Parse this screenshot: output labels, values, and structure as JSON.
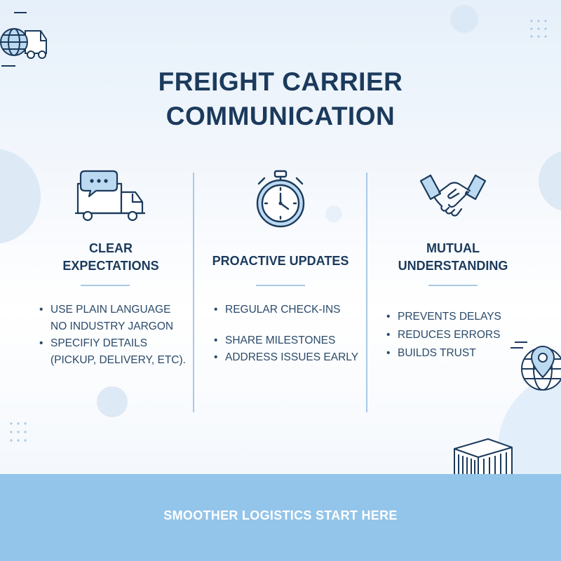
{
  "title": {
    "line1": "FREIGHT CARRIER",
    "line2": "COMMUNICATION"
  },
  "columns": [
    {
      "icon": "chat-truck-icon",
      "heading": [
        "CLEAR",
        "EXPECTATIONS"
      ],
      "bullets": [
        "USE PLAIN LANGUAGE",
        "NO INDUSTRY JARGON",
        "SPECIFIY DETAILS",
        "(PICKUP, DELIVERY, ETC)."
      ]
    },
    {
      "icon": "stopwatch-icon",
      "heading": [
        "PROACTIVE UPDATES"
      ],
      "bullets": [
        "REGULAR CHECK-INS",
        "SHARE MILESTONES",
        "ADDRESS ISSUES EARLY"
      ]
    },
    {
      "icon": "handshake-icon",
      "heading": [
        "MUTUAL",
        "UNDERSTANDING"
      ],
      "bullets": [
        "PREVENTS DELAYS",
        "REDUCES ERRORS",
        "BUILDS TRUST"
      ]
    }
  ],
  "footer": {
    "text": "SMOOTHER LOGISTICS START HERE"
  },
  "colors": {
    "navy": "#1b3a5c",
    "accent": "#4a90d9",
    "footer": "#93c4e9",
    "icon_fill": "#bcd9f2"
  }
}
